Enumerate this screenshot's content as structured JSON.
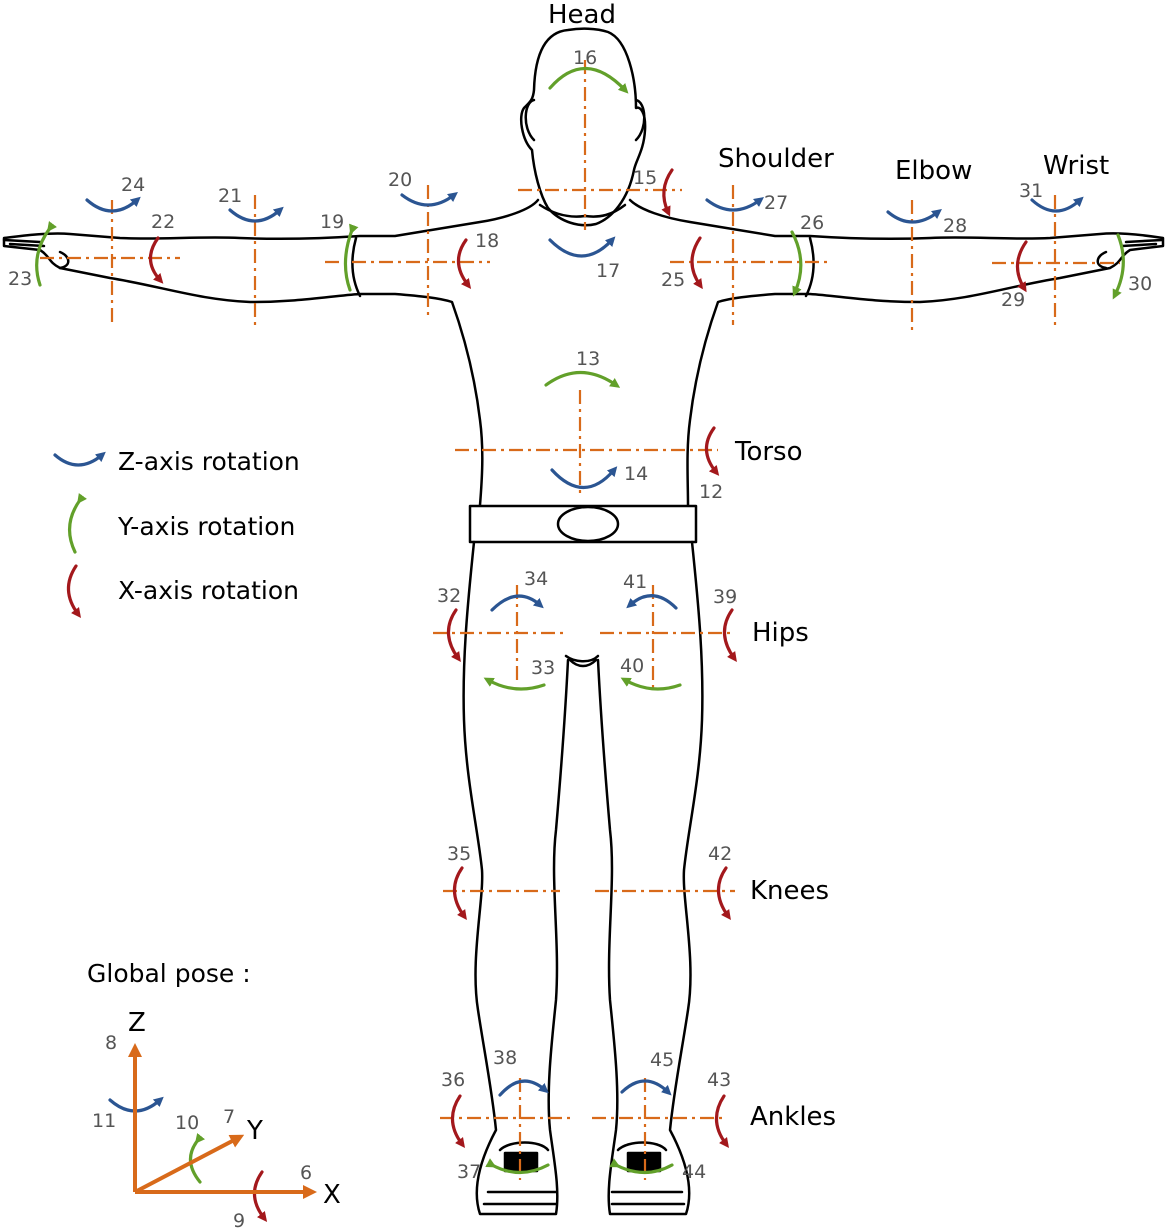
{
  "colors": {
    "z_axis": "#2b5592",
    "y_axis": "#62a02a",
    "x_axis": "#a3181c",
    "axis_line": "#d86a1a",
    "outline": "#000000"
  },
  "labels": {
    "head": "Head",
    "shoulder": "Shoulder",
    "elbow": "Elbow",
    "wrist": "Wrist",
    "torso": "Torso",
    "hips": "Hips",
    "knees": "Knees",
    "ankles": "Ankles",
    "global_pose": "Global pose :"
  },
  "legend": [
    {
      "axis": "z",
      "text": "Z-axis rotation"
    },
    {
      "axis": "y",
      "text": "Y-axis rotation"
    },
    {
      "axis": "x",
      "text": "X-axis rotation"
    }
  ],
  "global_axes": {
    "z": "Z",
    "y": "Y",
    "x": "X"
  },
  "joint_numbers": {
    "n6": "6",
    "n7": "7",
    "n8": "8",
    "n9": "9",
    "n10": "10",
    "n11": "11",
    "n12": "12",
    "n13": "13",
    "n14": "14",
    "n15": "15",
    "n16": "16",
    "n17": "17",
    "n18": "18",
    "n19": "19",
    "n20": "20",
    "n21": "21",
    "n22": "22",
    "n23": "23",
    "n24": "24",
    "n25": "25",
    "n26": "26",
    "n27": "27",
    "n28": "28",
    "n29": "29",
    "n30": "30",
    "n31": "31",
    "n32": "32",
    "n33": "33",
    "n34": "34",
    "n35": "35",
    "n36": "36",
    "n37": "37",
    "n38": "38",
    "n39": "39",
    "n40": "40",
    "n41": "41",
    "n42": "42",
    "n43": "43",
    "n44": "44",
    "n45": "45"
  }
}
